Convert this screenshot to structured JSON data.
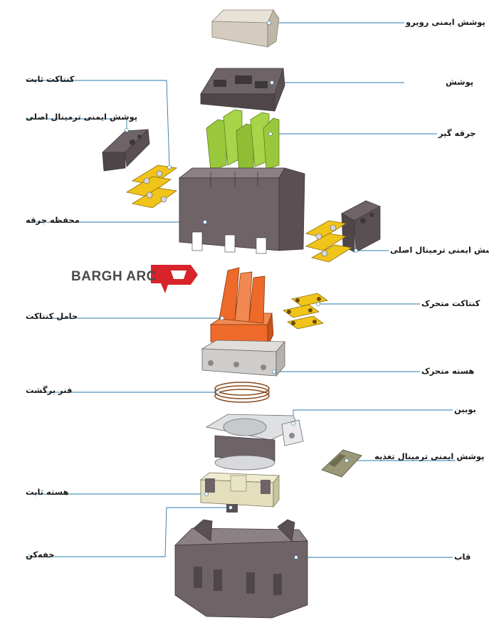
{
  "brand": {
    "name": "BARGH ARC",
    "colors": {
      "brand_red": "#d8232a",
      "brand_gray": "#4a4a4a"
    }
  },
  "colors": {
    "housing": "#6e6366",
    "housing_dark": "#4f4649",
    "housing_light": "#8b8083",
    "arc_chute": "#9ac83c",
    "carrier": "#ee6a2a",
    "moving_core": "#cfcdcb",
    "fixed_core": "#e3dfbd",
    "contact": "#f0c419",
    "contact_dark": "#c79d10",
    "spring": "#8a4a1e",
    "leader": "#2a7aa8",
    "top_cover": "#d4ccbf"
  },
  "labels": {
    "top_cover": "پوشش ایمنی رویرو",
    "cover": "پوشش",
    "arc_chute": "جرقه گیر",
    "fixed_contact": "کنتاکت ثابت",
    "main_terminal_cover_left": "پوشش ایمنی ترمینال اصلی",
    "arc_chamber": "محفظه جرقه",
    "main_terminal_cover_right": "پوشش ایمنی ترمینال اصلی",
    "moving_contact": "کنتاکت متحرک",
    "contact_carrier": "حامل کنتاکت",
    "moving_core": "هسته متحرک",
    "return_spring": "فنر برگشت",
    "coil": "بوبین",
    "coil_terminal_cover": "پوشش ایمنی ترمینال تغذیه",
    "fixed_core": "هسته ثابت",
    "shading_ring": "خفه‌کن",
    "frame": "قاب"
  }
}
